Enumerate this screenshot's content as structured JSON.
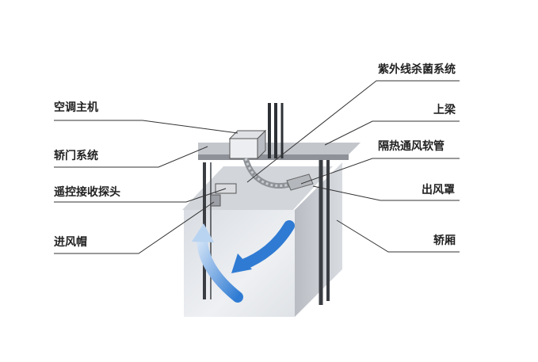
{
  "labels_left": [
    {
      "id": "ac-main-unit",
      "text": "空调主机"
    },
    {
      "id": "car-door-system",
      "text": "轿门系统"
    },
    {
      "id": "remote-receiver",
      "text": "遥控接收探头"
    },
    {
      "id": "air-intake-cap",
      "text": "进风帽"
    }
  ],
  "labels_right": [
    {
      "id": "uv-sterilization",
      "text": "紫外线杀菌系统"
    },
    {
      "id": "top-beam",
      "text": "上梁"
    },
    {
      "id": "insulated-hose",
      "text": "隔热通风软管"
    },
    {
      "id": "air-outlet-hood",
      "text": "出风罩"
    },
    {
      "id": "elevator-car",
      "text": "轿厢"
    }
  ],
  "colors": {
    "leader": "#333333",
    "arrow": "#2f7bd3",
    "arrow_light": "#a9c9ef",
    "car_face": "#e8eaee",
    "car_side": "#c9ccd1",
    "beam": "#b8bbc0",
    "dark_rail": "#3a3d42"
  }
}
